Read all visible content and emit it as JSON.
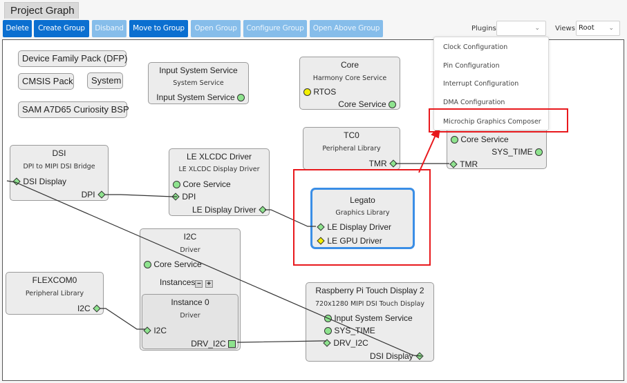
{
  "tab": {
    "label": "Project Graph"
  },
  "toolbar": {
    "buttons": [
      {
        "label": "Delete",
        "enabled": true
      },
      {
        "label": "Create Group",
        "enabled": true
      },
      {
        "label": "Disband",
        "enabled": false
      },
      {
        "label": "Move to Group",
        "enabled": true
      },
      {
        "label": "Open Group",
        "enabled": false
      },
      {
        "label": "Configure Group",
        "enabled": false
      },
      {
        "label": "Open Above Group",
        "enabled": false
      }
    ],
    "plugins": {
      "label": "Plugins:",
      "value": ""
    },
    "views": {
      "label": "Views:",
      "value": "Root"
    }
  },
  "plugins_menu": {
    "items": [
      "Clock Configuration",
      "Pin Configuration",
      "Interrupt Configuration",
      "DMA Configuration",
      "Microchip Graphics Composer"
    ],
    "highlighted": "Microchip Graphics Composer"
  },
  "nodes": {
    "dfp": {
      "title": "Device Family Pack (DFP)"
    },
    "cmsis": {
      "title": "CMSIS Pack"
    },
    "system": {
      "title": "System"
    },
    "bsp": {
      "title": "SAM A7D65 Curiosity BSP"
    },
    "input_sys": {
      "title": "Input System Service",
      "subtitle": "System Service",
      "ports": [
        "Input System Service"
      ]
    },
    "core": {
      "title": "Core",
      "subtitle": "Harmony Core Service",
      "ports": [
        "RTOS",
        "Core Service"
      ]
    },
    "tc0": {
      "title": "TC0",
      "subtitle": "Peripheral Library",
      "ports": [
        "TMR"
      ]
    },
    "time": {
      "ports": [
        "Core Service",
        "SYS_TIME",
        "TMR"
      ]
    },
    "dsi": {
      "title": "DSI",
      "subtitle": "DPI to MIPI DSI Bridge",
      "ports": [
        "DSI Display",
        "DPI"
      ]
    },
    "xlcdc": {
      "title": "LE XLCDC Driver",
      "subtitle": "LE XLCDC Display Driver",
      "ports": [
        "Core Service",
        "DPI",
        "LE Display Driver"
      ]
    },
    "legato": {
      "title": "Legato",
      "subtitle": "Graphics Library",
      "ports": [
        "LE Display Driver",
        "LE GPU Driver"
      ]
    },
    "i2c": {
      "title": "I2C",
      "subtitle": "Driver",
      "ports": [
        "Core Service"
      ],
      "instances_label": "Instances",
      "minus": "−",
      "plus": "+"
    },
    "i2c_inst0": {
      "title": "Instance 0",
      "subtitle": "Driver",
      "ports": [
        "I2C",
        "DRV_I2C"
      ]
    },
    "flexcom0": {
      "title": "FLEXCOM0",
      "subtitle": "Peripheral Library",
      "ports": [
        "I2C"
      ]
    },
    "rpi": {
      "title": "Raspberry Pi Touch Display 2",
      "subtitle": "720x1280 MIPI DSI Touch Display",
      "ports": [
        "Input System Service",
        "SYS_TIME",
        "DRV_I2C",
        "DSI Display"
      ]
    }
  },
  "colors": {
    "button_enabled": "#0b6fd0",
    "button_disabled": "#86bdea",
    "port_green": "#8ee38e",
    "port_yellow": "#f3f000",
    "selection_blue": "#3a8ee6",
    "annotation_red": "#e8181c"
  }
}
